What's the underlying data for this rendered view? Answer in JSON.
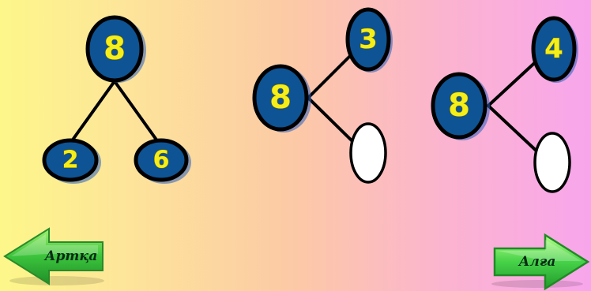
{
  "colors": {
    "node_fill": "#0e5393",
    "digit": "#f4ee1a",
    "arrow_green": "#3cc43c"
  },
  "diagrams": [
    {
      "top": "8",
      "left": "2",
      "right": "6"
    },
    {
      "whole": "8",
      "upper": "3",
      "lower": ""
    },
    {
      "whole": "8",
      "upper": "4",
      "lower": ""
    }
  ],
  "nav": {
    "back_label": "Артқа",
    "back_icon": "left-arrow-icon",
    "next_label": "Алға",
    "next_icon": "right-arrow-icon"
  }
}
